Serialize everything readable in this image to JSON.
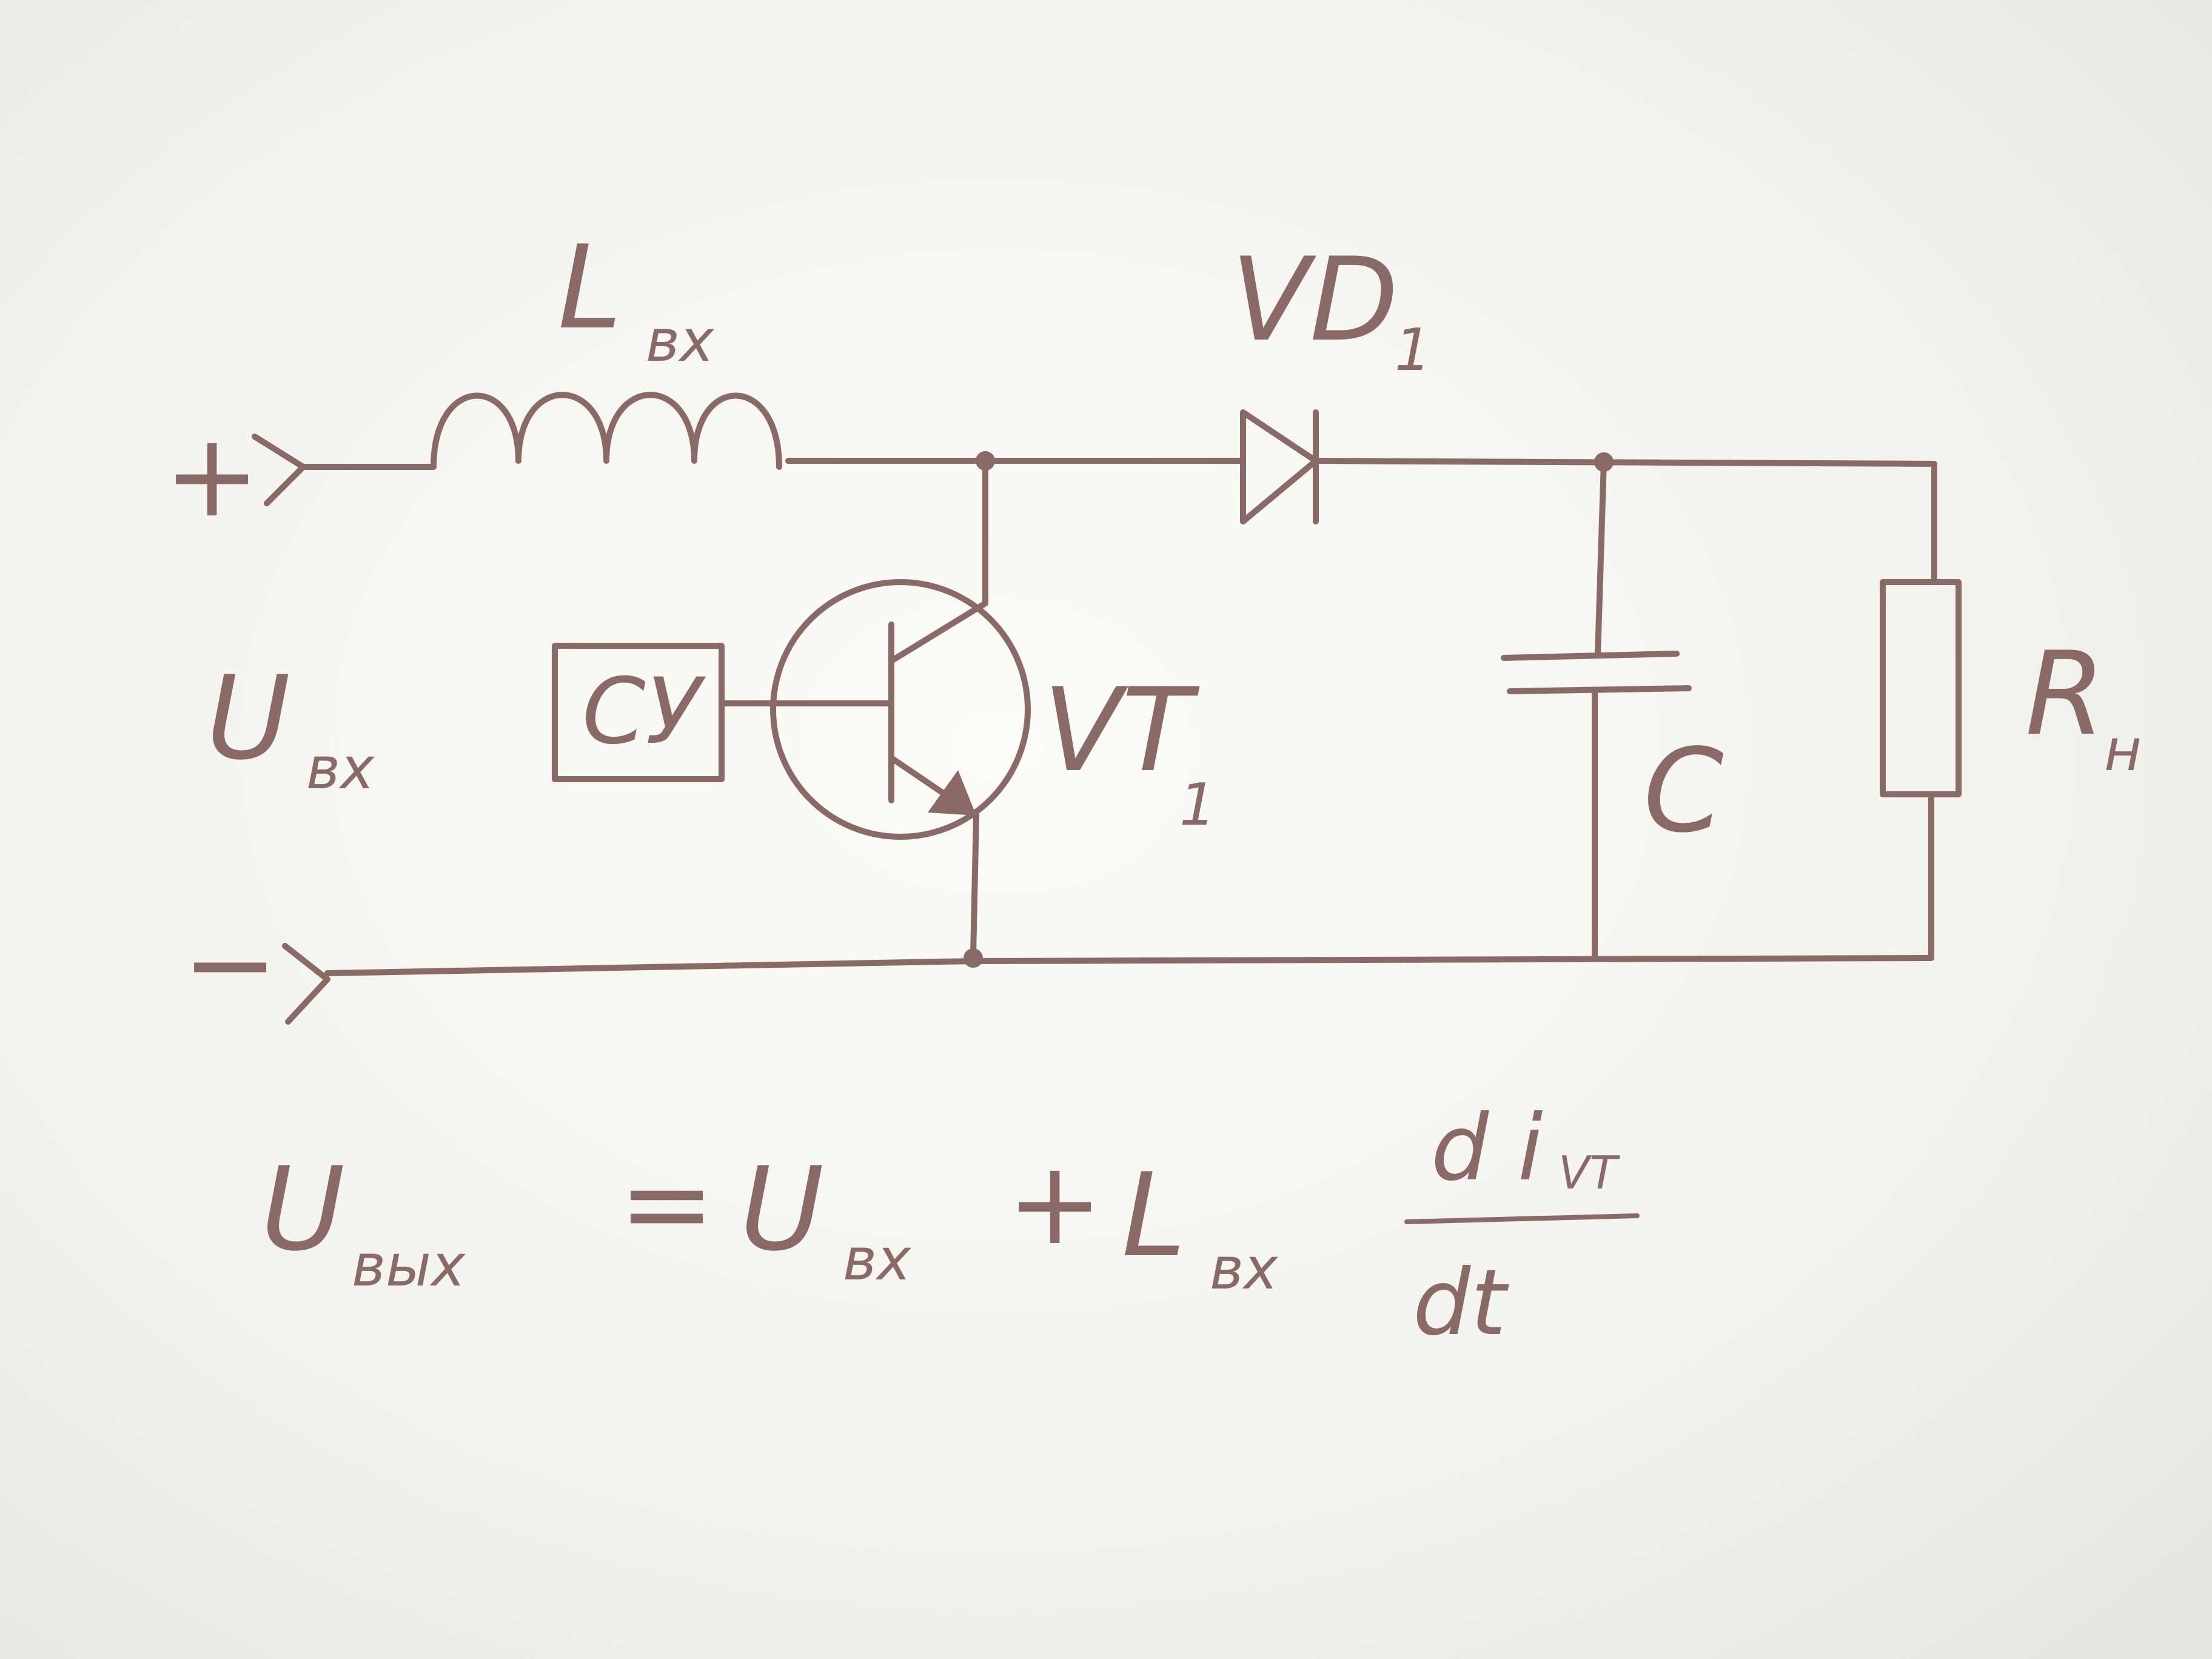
{
  "diagram": {
    "terminals": {
      "plus": "+",
      "minus": "−"
    },
    "labels": {
      "inductor": {
        "main": "L",
        "sub": "вх"
      },
      "diode": {
        "main": "VD",
        "sub": "1"
      },
      "transistor": {
        "main": "VT",
        "sub": "1"
      },
      "control_unit": "СУ",
      "capacitor": "C",
      "load": {
        "main": "R",
        "sub": "н"
      },
      "input_voltage": {
        "main": "U",
        "sub": "вх"
      }
    },
    "formula": {
      "lhs_main": "U",
      "lhs_sub": "вых",
      "equals": "=",
      "term1_main": "U",
      "term1_sub": "вх",
      "plus": "+",
      "term2_main": "L",
      "term2_sub": "вх",
      "numerator_main": "d i",
      "numerator_sub": "VT",
      "denominator": "dt"
    },
    "ink_color": "#8a6a66",
    "paper_color": "#f6f6f2"
  }
}
